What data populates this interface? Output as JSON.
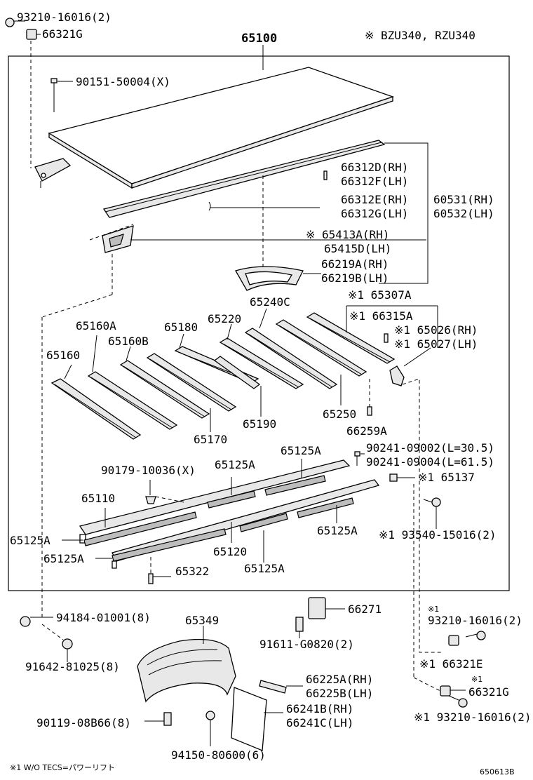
{
  "labels": {
    "l_93210_16016_2_top": "93210-16016(2)",
    "l_66321G_top": "66321G",
    "l_65100": "65100",
    "l_model_note": "※ BZU340, RZU340",
    "l_90151": "90151-50004(X)",
    "l_66312D": "66312D(RH)",
    "l_66312F": "66312F(LH)",
    "l_66312E": "66312E(RH)",
    "l_66312G": "66312G(LH)",
    "l_60531": "60531(RH)",
    "l_60532": "60532(LH)",
    "l_65413A": "※ 65413A(RH)",
    "l_65415D": "65415D(LH)",
    "l_66219A": "66219A(RH)",
    "l_66219B": "66219B(LH)",
    "l_65307A": "※1 65307A",
    "l_66315A": "※1 66315A",
    "l_65240C": "65240C",
    "l_65220": "65220",
    "l_65180": "65180",
    "l_65160A": "65160A",
    "l_65160B": "65160B",
    "l_65160": "65160",
    "l_65026": "※1 65026(RH)",
    "l_65027": "※1 65027(LH)",
    "l_65250": "65250",
    "l_65190": "65190",
    "l_65170": "65170",
    "l_66259A": "66259A",
    "l_90241_09002": "90241-09002(L=30.5)",
    "l_90241_09004": "90241-09004(L=61.5)",
    "l_65125A_1": "65125A",
    "l_65125A_2": "65125A",
    "l_90179": "90179-10036(X)",
    "l_65137": "※1 65137",
    "l_65110": "65110",
    "l_65125A_3": "65125A",
    "l_65125A_4": "65125A",
    "l_65120": "65120",
    "l_65125A_5": "65125A",
    "l_65125A_6": "65125A",
    "l_93540": "※1 93540-15016(2)",
    "l_65322": "65322",
    "l_66271": "66271",
    "l_94184": "94184-01001(8)",
    "l_65349": "65349",
    "l_93210_right_note": "※1",
    "l_93210_right": "93210-16016(2)",
    "l_91611": "91611-G0820(2)",
    "l_91642": "91642-81025(8)",
    "l_66321E": "※1 66321E",
    "l_66225A": "66225A(RH)",
    "l_66225B": "66225B(LH)",
    "l_66321G_note": "※1",
    "l_66321G_bottom": "66321G",
    "l_66241B": "66241B(RH)",
    "l_66241C": "66241C(LH)",
    "l_90119": "90119-08B66(8)",
    "l_93210_bottom": "※1 93210-16016(2)",
    "l_94150": "94150-80600(6)",
    "l_footnote": "※1 W/O TECS=パワーリフト",
    "l_drawing_no": "650613B"
  }
}
